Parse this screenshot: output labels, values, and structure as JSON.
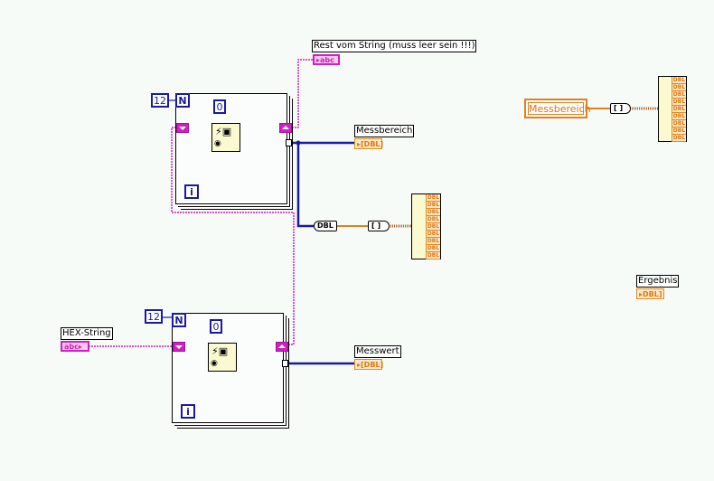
{
  "diagram": {
    "indicators": {
      "rest_string": {
        "label": "Rest vom String (muss leer sein !!!)",
        "type_glyph": "abc"
      },
      "messbereich": {
        "label": "Messbereich",
        "type_glyph": "DBL"
      },
      "messwert": {
        "label": "Messwert",
        "type_glyph": "DBL"
      },
      "ergebnis": {
        "label": "Ergebnis",
        "type_glyph": "DBL"
      }
    },
    "controls": {
      "hex_string": {
        "label": "HEX-String",
        "type_glyph": "abc"
      },
      "messbereich_local": {
        "label": "Messbereich"
      }
    },
    "loops": [
      {
        "count_constant": "12",
        "count_terminal": "N",
        "iteration_terminal": "i",
        "offset_constant": "0"
      },
      {
        "count_constant": "12",
        "count_terminal": "N",
        "iteration_terminal": "i",
        "offset_constant": "0"
      }
    ],
    "conversion_node": {
      "label": "DBL"
    },
    "array_glyph": "[ ]",
    "array_cell_label": "DBL",
    "array_cells": [
      "DBL",
      "DBL",
      "DBL",
      "DBL",
      "DBL",
      "DBL",
      "DBL",
      "DBL",
      "DBL"
    ],
    "colors": {
      "string_wire": "#d020c0",
      "numeric_wire": "#1a1aa0",
      "dbl_wire": "#e08020",
      "background": "#f6fbf8"
    }
  }
}
